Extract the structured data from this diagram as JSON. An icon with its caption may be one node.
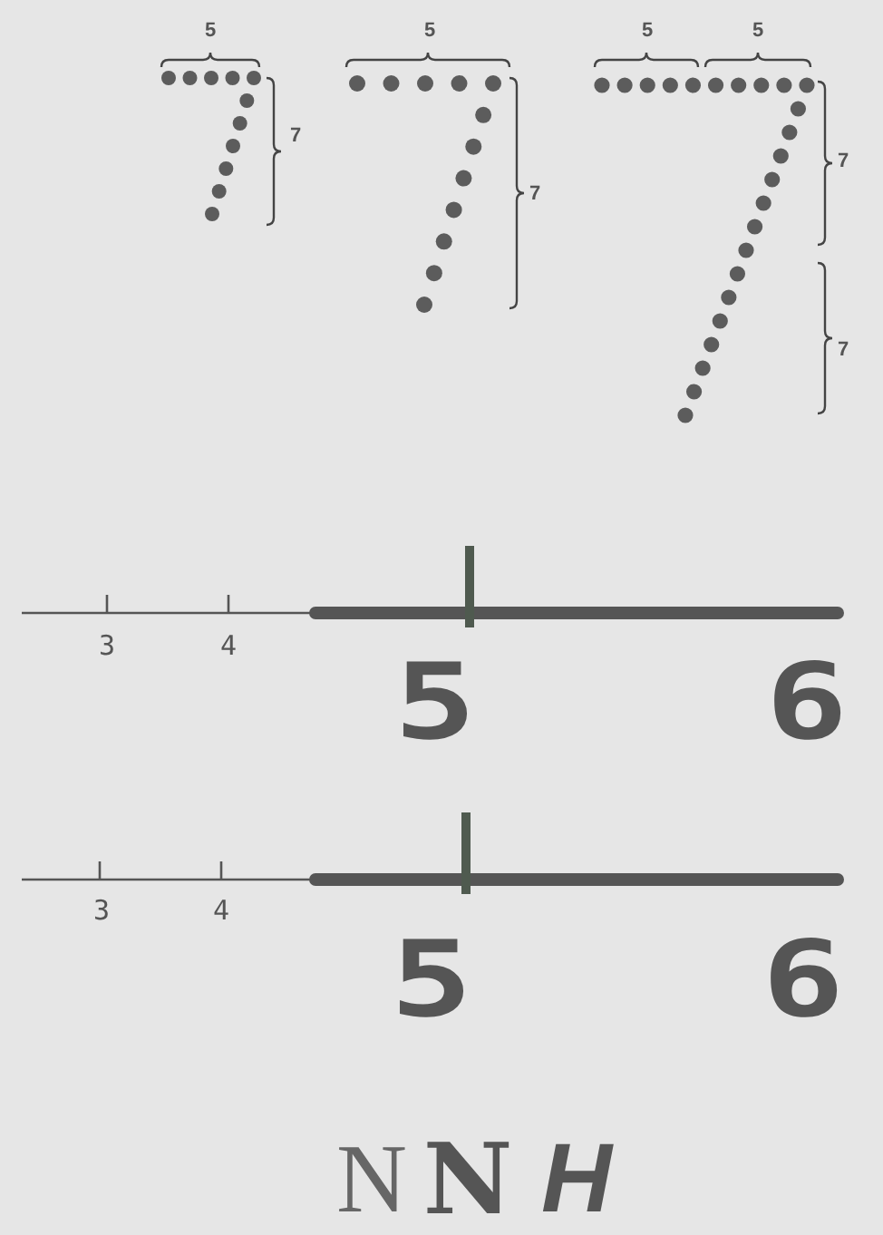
{
  "diagram": {
    "labels": [
      "5",
      "7",
      "5",
      "7",
      "5",
      "5",
      "7",
      "7",
      "3",
      "4",
      "5",
      "6",
      "3",
      "4",
      "5",
      "6",
      "N",
      "N",
      "H"
    ]
  }
}
